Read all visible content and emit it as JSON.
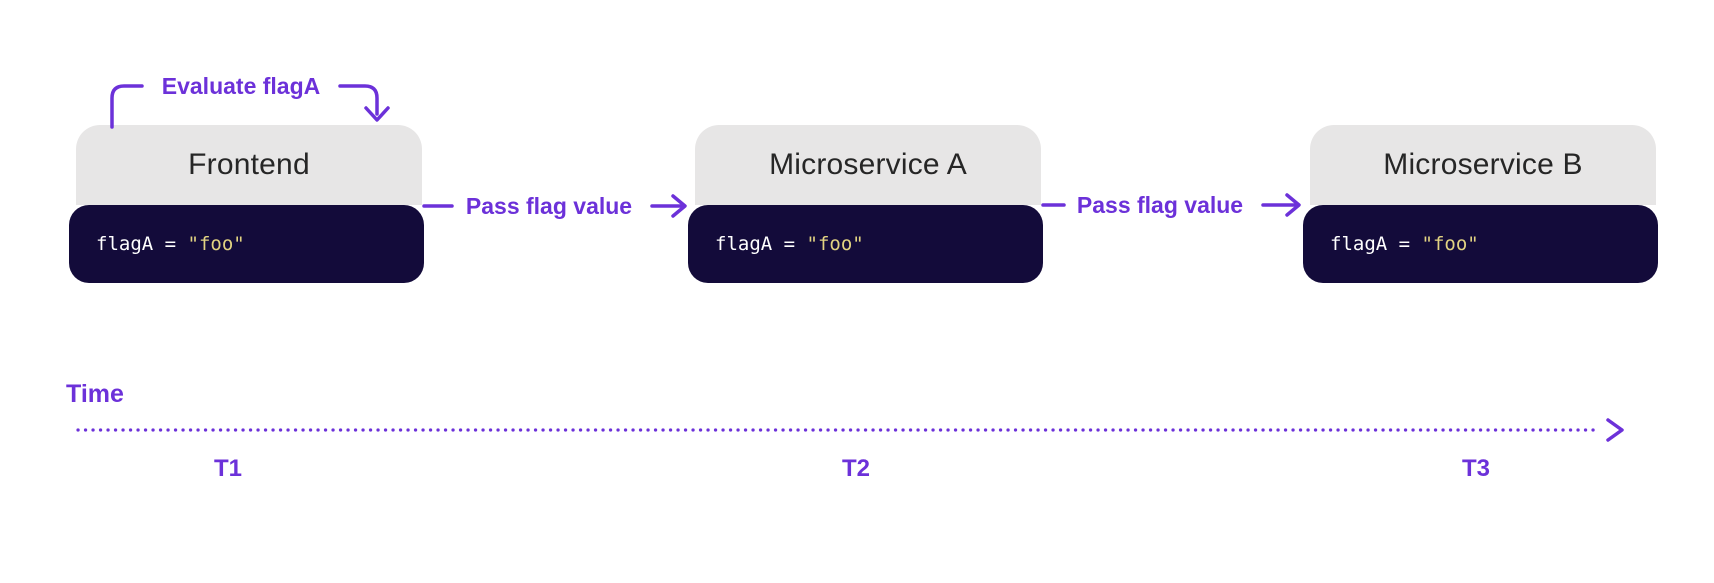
{
  "boxes": [
    {
      "title": "Frontend",
      "code_var": "flagA = ",
      "code_value": "\"foo\""
    },
    {
      "title": "Microservice A",
      "code_var": "flagA = ",
      "code_value": "\"foo\""
    },
    {
      "title": "Microservice B",
      "code_var": "flagA = ",
      "code_value": "\"foo\""
    }
  ],
  "annotations": {
    "evaluate": "Evaluate flagA",
    "pass1": "Pass flag value",
    "pass2": "Pass flag value"
  },
  "timeline": {
    "label": "Time",
    "ticks": [
      "T1",
      "T2",
      "T3"
    ]
  },
  "colors": {
    "purple": "#6c31d9",
    "code_block_navy": "#130b3a",
    "header_gray": "#e7e6e6",
    "string_yellow": "#e2d382",
    "title_text": "#262626",
    "background": "#ffffff"
  }
}
